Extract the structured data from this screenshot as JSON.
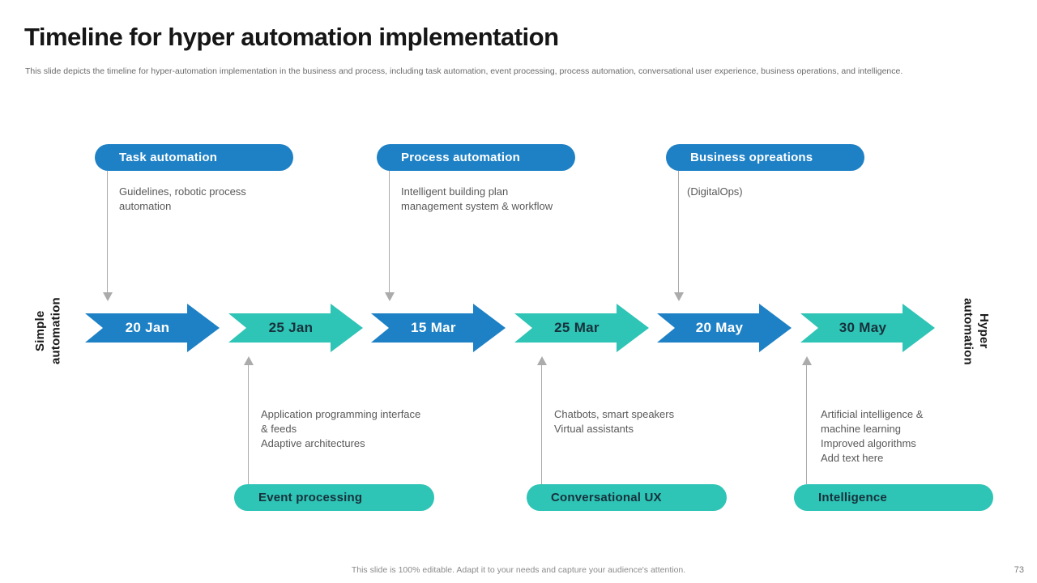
{
  "slide": {
    "title": "Timeline for hyper automation implementation",
    "subtitle": "This slide depicts the timeline for hyper-automation implementation in the business and process, including task automation, event processing, process automation, conversational user experience, business operations, and intelligence.",
    "footer": "This slide is 100% editable. Adapt it to your needs and capture your audience's attention.",
    "page_number": "73"
  },
  "colors": {
    "blue": "#1E81C5",
    "teal": "#2EC4B6",
    "dark_label_text": "#17313B",
    "gray_description_text": "#595959",
    "connector_gray": "#ABABAB"
  },
  "timeline": {
    "left_label": "Simple\nautomation",
    "right_label": "Hyper\nautomation",
    "dates": [
      {
        "label": "20 Jan",
        "color": "blue"
      },
      {
        "label": "25 Jan",
        "color": "teal"
      },
      {
        "label": "15 Mar",
        "color": "blue"
      },
      {
        "label": "25 Mar",
        "color": "teal"
      },
      {
        "label": "20 May",
        "color": "blue"
      },
      {
        "label": "30 May",
        "color": "teal"
      }
    ]
  },
  "top_milestones": [
    {
      "pill": "Task automation",
      "description": "Guidelines, robotic process\nautomation"
    },
    {
      "pill": "Process automation",
      "description": "Intelligent building plan\nmanagement system & workflow"
    },
    {
      "pill": "Business opreations",
      "description": "(DigitalOps)"
    }
  ],
  "bottom_milestones": [
    {
      "pill": "Event processing",
      "description": "Application programming interface\n& feeds\nAdaptive architectures"
    },
    {
      "pill": "Conversational UX",
      "description": "Chatbots, smart speakers\nVirtual assistants"
    },
    {
      "pill": "Intelligence",
      "description": "Artificial intelligence &\nmachine learning\nImproved algorithms\nAdd text here"
    }
  ]
}
